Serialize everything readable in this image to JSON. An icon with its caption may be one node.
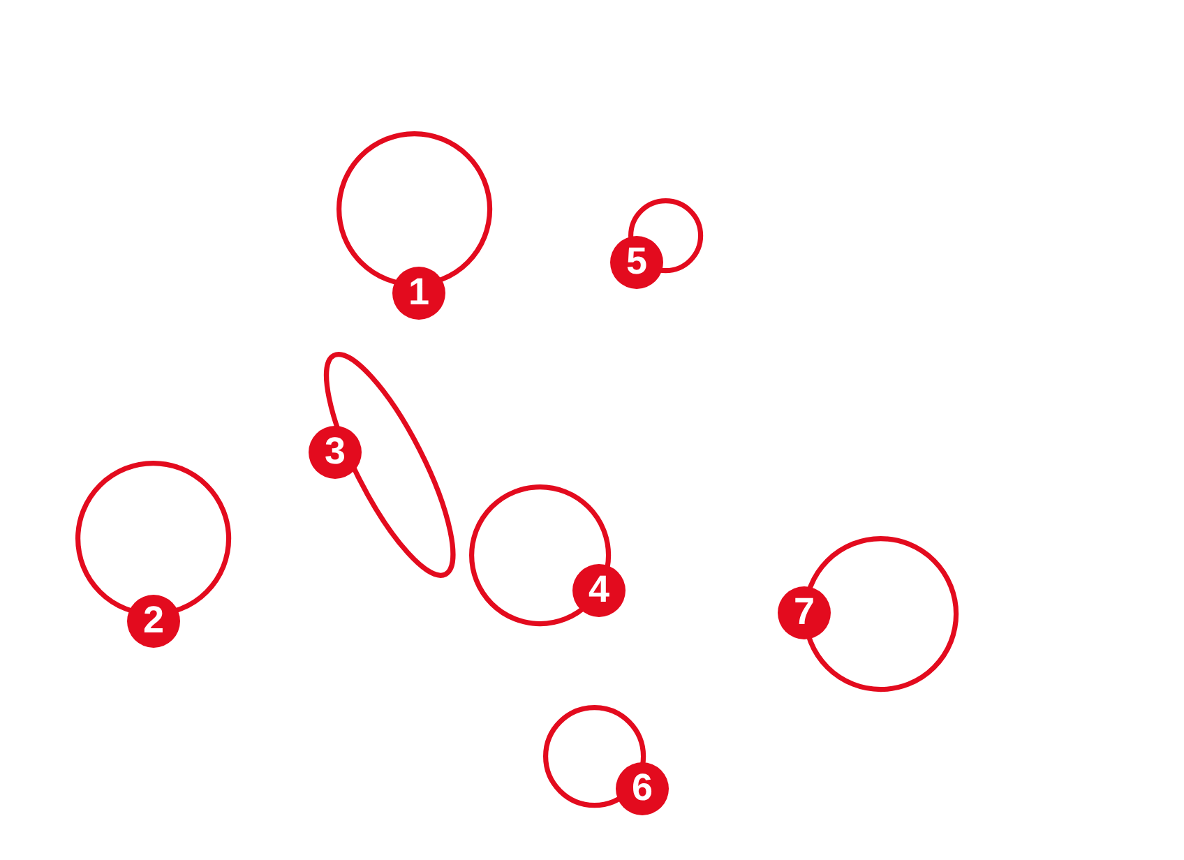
{
  "diagram": {
    "nodes": [
      {
        "text": [
          "1"
        ]
      },
      {
        "text": [
          "2"
        ]
      },
      {
        "text": [
          "3"
        ]
      },
      {
        "text": [
          "4"
        ]
      },
      {
        "text": [
          "5"
        ]
      },
      {
        "text": [
          "6"
        ]
      },
      {
        "text": [
          "7"
        ]
      }
    ]
  }
}
